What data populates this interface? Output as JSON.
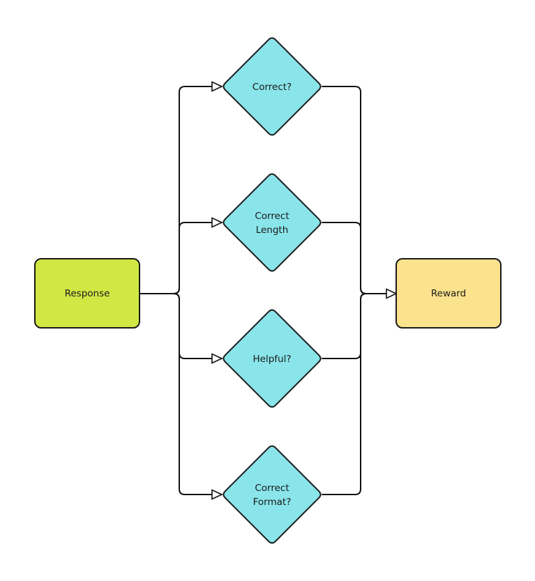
{
  "diagram": {
    "source": {
      "label": "Response",
      "color": "#d1e744"
    },
    "target": {
      "label": "Reward",
      "color": "#fbe28c"
    },
    "checks": [
      {
        "id": "correct",
        "lines": [
          "Correct?"
        ]
      },
      {
        "id": "correct-length",
        "lines": [
          "Correct",
          "Length"
        ]
      },
      {
        "id": "helpful",
        "lines": [
          "Helpful?"
        ]
      },
      {
        "id": "correct-format",
        "lines": [
          "Correct",
          "Format?"
        ]
      }
    ],
    "check_color": "#89e5e9",
    "line_color": "#111111"
  }
}
